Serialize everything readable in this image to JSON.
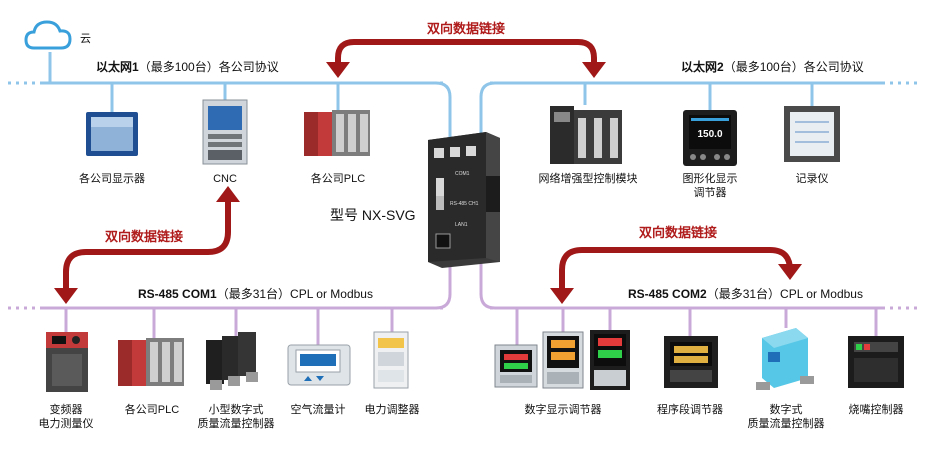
{
  "cloud": {
    "label": "云"
  },
  "ethernet1": {
    "name": "以太网1",
    "detail": "（最多100台）各公司协议"
  },
  "ethernet2": {
    "name": "以太网2",
    "detail": "（最多100台）各公司协议"
  },
  "com1": {
    "name": "RS-485 COM1",
    "detail": "（最多31台）CPL or Modbus"
  },
  "com2": {
    "name": "RS-485 COM2",
    "detail": "（最多31台）CPL or Modbus"
  },
  "links": {
    "top": "双向数据链接",
    "left": "双向数据链接",
    "right": "双向数据链接"
  },
  "center_device": {
    "model": "型号 NX-SVG",
    "panel_text": [
      "COM1",
      "RS-485 CH1",
      "LAN1"
    ]
  },
  "ethernet1_devices": [
    "各公司显示器",
    "CNC",
    "各公司PLC"
  ],
  "ethernet2_devices": [
    [
      "网络增强型控制模块"
    ],
    [
      "图形化显示",
      "调节器"
    ],
    [
      "记录仪"
    ]
  ],
  "display_reading": "150.0",
  "com1_devices": [
    [
      "变频器",
      "电力测量仪"
    ],
    [
      "各公司PLC"
    ],
    [
      "小型数字式",
      "质量流量控制器"
    ],
    [
      "空气流量计"
    ],
    [
      "电力调整器"
    ]
  ],
  "com2_devices": [
    [
      "数字显示调节器"
    ],
    [
      "程序段调节器"
    ],
    [
      "数字式",
      "质量流量控制器"
    ],
    [
      "烧嘴控制器"
    ]
  ],
  "colors": {
    "ethernet_line": "#8ec5e8",
    "rs485_line": "#c9a9d8",
    "arrow": "#a01818",
    "device_dark": "#2b2b2b"
  }
}
